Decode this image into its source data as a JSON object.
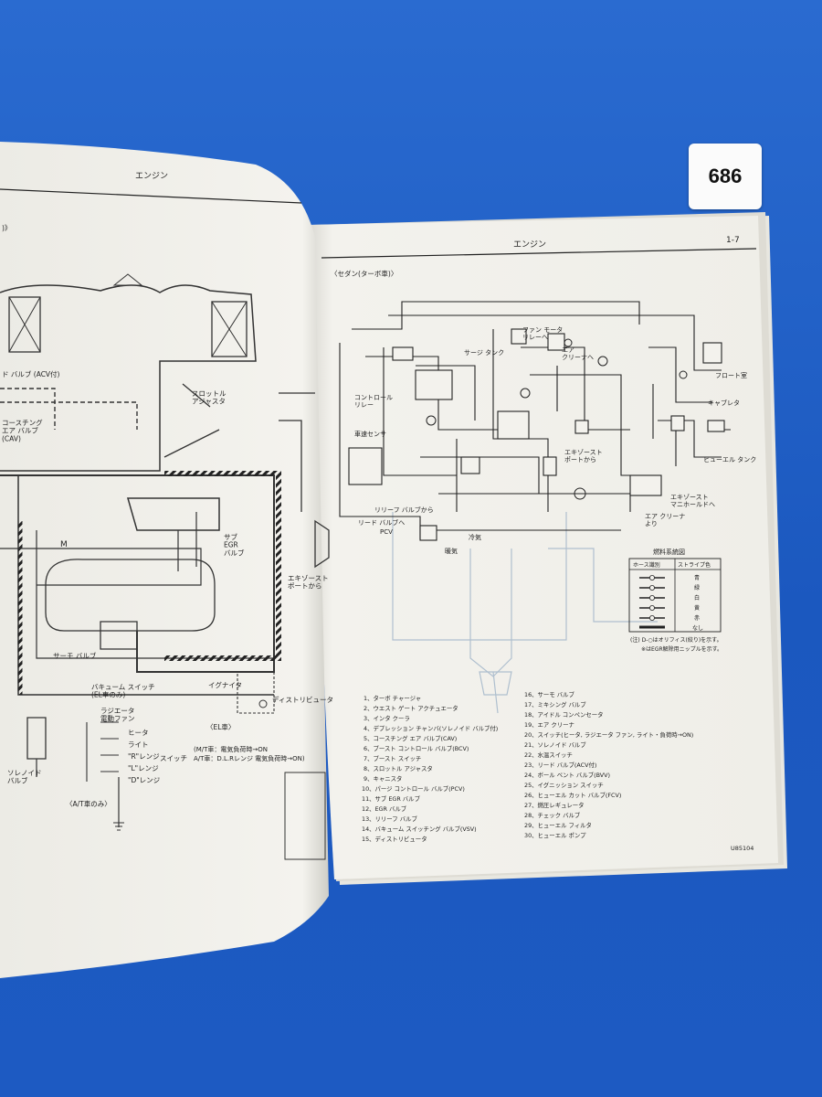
{
  "tag": {
    "number": "686"
  },
  "left_page": {
    "header": "エンジン",
    "top_fragment": ")》",
    "labels": {
      "lead_valve": "ド バルブ (ACV付)",
      "throttle_adj": "スロットル\nアジャスタ",
      "coasting": "コースチング\nエア バルブ\n(CAV)",
      "sub_egr": "サブ\nEGR\nバルブ",
      "exhaust_port": "エキゾースト\nポートから",
      "m": "M",
      "thermo": "サーモ バルブ",
      "igniter": "イグナイタ",
      "distributor": "ディストリビュータ",
      "el_car": "〈EL車〉",
      "vacuum_switch": "バキューム スイッチ\n(EL車のみ)",
      "radiator_fan": "ラジエータ\n電動ファン",
      "heater": "ヒータ",
      "light": "ライト",
      "r_range": "\"R\"レンジ",
      "l_range": "\"L\"レンジ",
      "d_range": "\"D\"レンジ",
      "switch": "スイッチ",
      "mt_note": "(M/T車：電気負荷時→ON",
      "at_note": "A/T車：D.L.Rレンジ 電気負荷時→ON)",
      "solenoid": "ソレノイド\nバルブ",
      "at_only": "〈A/T車のみ〉"
    }
  },
  "right_page": {
    "header": "エンジン",
    "page_no": "1-7",
    "section_title": "〈セダン(ターボ車)〉",
    "diagram_labels": {
      "fan_motor": "ファン モータ\nリレーへ",
      "air_cleaner_to": "エア\nクリーナへ",
      "surge_tank": "サージ タンク",
      "control_relay": "コントロール\nリレー",
      "vehicle_speed": "車速センサ",
      "exhaust_port": "エキゾースト\nポートから",
      "float_chamber": "フロート室",
      "carburetor": "キャブレタ",
      "fuel_tank": "ヒューエル タンク",
      "exhaust_manifold": "エキゾースト\nマニホールドへ",
      "air_cleaner_from": "エア クリーナ\nより",
      "relief_valve": "リリーフ バルブから",
      "lead_valve": "リード バルブへ",
      "pcv": "PCV",
      "cold_air": "冷気",
      "warm_air": "暖気"
    },
    "legend": {
      "title": "燃料系統図",
      "headers": [
        "ホース識別",
        "ストライプ色"
      ],
      "rows": [
        "青",
        "緑",
        "白",
        "黄",
        "赤",
        "なし"
      ]
    },
    "notes": [
      "(注) D-○はオリフィス(絞り)を示す。",
      "※はEGR解除用ニップルを示す。"
    ],
    "parts_left": [
      "1、ターボ チャージャ",
      "2、ウエスト ゲート アクチュエータ",
      "3、インタ クーラ",
      "4、デプレッション チャンバ(ソレノイド バルブ付)",
      "5、コースチング エア バルブ(CAV)",
      "6、ブースト コントロール バルブ(BCV)",
      "7、ブースト スイッチ",
      "8、スロットル アジャスタ",
      "9、キャニスタ",
      "10、パージ コントロール バルブ(PCV)",
      "11、サブ EGR バルブ",
      "12、EGR バルブ",
      "13、リリーフ バルブ",
      "14、バキューム スイッチング バルブ(VSV)",
      "15、ディストリビュータ"
    ],
    "parts_right": [
      "16、サーモ バルブ",
      "17、ミキシング バルブ",
      "18、アイドル コンペンセータ",
      "19、エア クリーナ",
      "20、スイッチ(ヒータ, ラジエータ ファン, ライト・負荷時→ON)",
      "21、ソレノイド バルブ",
      "22、水温スイッチ",
      "23、リード バルブ(ACV付)",
      "24、ボール ベント バルブ(BVV)",
      "25、イグニッション スイッチ",
      "26、ヒューエル カット バルブ(FCV)",
      "27、燃圧レギュレータ",
      "28、チェック バルブ",
      "29、ヒューエル フィルタ",
      "30、ヒューエル ポンプ"
    ],
    "footer_code": "U85104"
  },
  "colors": {
    "background": "#1f5fc4",
    "paper": "#f1f0ea",
    "ink": "#222222"
  }
}
